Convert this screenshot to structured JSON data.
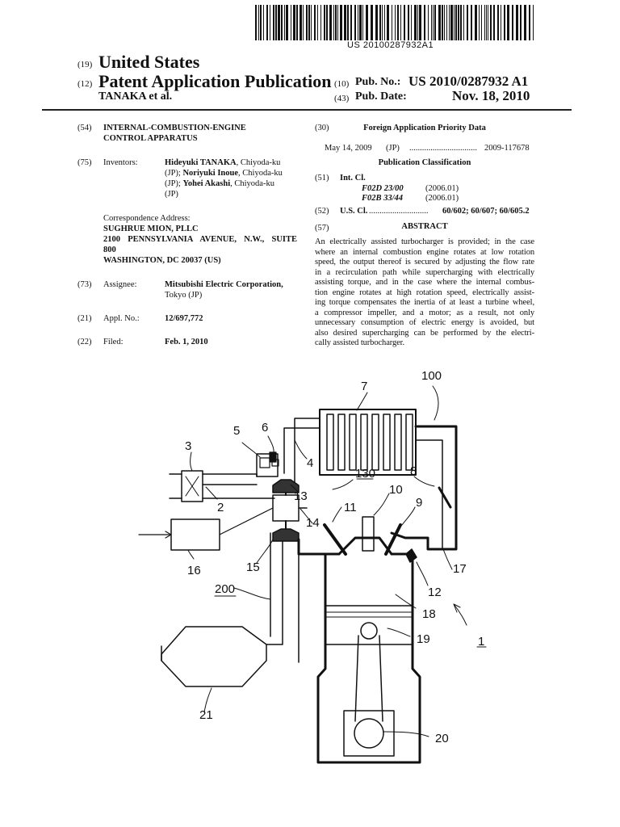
{
  "header": {
    "barcode_text": "US 20100287932A1",
    "country_code": "(19)",
    "country": "United States",
    "kind_code": "(12)",
    "kind": "Patent Application Publication",
    "author": "TANAKA et al.",
    "pub_no_code": "(10)",
    "pub_no_label": "Pub. No.:",
    "pub_no": "US 2010/0287932 A1",
    "pub_date_code": "(43)",
    "pub_date_label": "Pub. Date:",
    "pub_date": "Nov. 18, 2010"
  },
  "left": {
    "title_code": "(54)",
    "title_line1": "INTERNAL-COMBUSTION-ENGINE",
    "title_line2": "CONTROL APPARATUS",
    "inventors_code": "(75)",
    "inventors_label": "Inventors:",
    "inventors_lines": [
      [
        "Hideyuki TANAKA",
        ", Chiyoda-ku"
      ],
      [
        "(JP); ",
        "Noriyuki Inoue",
        ", Chiyoda-ku"
      ],
      [
        "(JP); ",
        "Yohei Akashi",
        ", Chiyoda-ku"
      ],
      [
        "(JP)"
      ]
    ],
    "corr_label": "Correspondence Address:",
    "corr_line1": "SUGHRUE MION, PLLC",
    "corr_line2": "2100 PENNSYLVANIA AVENUE, N.W., SUITE",
    "corr_line3": "800",
    "corr_line4": "WASHINGTON, DC 20037 (US)",
    "assignee_code": "(73)",
    "assignee_label": "Assignee:",
    "assignee_name": "Mitsubishi Electric Corporation,",
    "assignee_loc": "Tokyo (JP)",
    "appl_code": "(21)",
    "appl_label": "Appl. No.:",
    "appl_no": "12/697,772",
    "filed_code": "(22)",
    "filed_label": "Filed:",
    "filed_date": "Feb. 1, 2010"
  },
  "right": {
    "priority_code": "(30)",
    "priority_title": "Foreign Application Priority Data",
    "priority_date": "May 14, 2009",
    "priority_country": "(JP)",
    "priority_dots": "................................",
    "priority_no": "2009-117678",
    "pubclass_title": "Publication Classification",
    "intcl_code": "(51)",
    "intcl_label": "Int. Cl.",
    "intcl_1": "F02D 23/00",
    "intcl_1_date": "(2006.01)",
    "intcl_2": "F02B 33/44",
    "intcl_2_date": "(2006.01)",
    "uscl_code": "(52)",
    "uscl_label": "U.S. Cl.",
    "uscl_dots": "............................",
    "uscl_value": "60/602; 60/607; 60/605.2",
    "abstract_code": "(57)",
    "abstract_title": "ABSTRACT",
    "abstract_lines": [
      "An electrically assisted turbocharger is provided; in the case",
      "where an internal combustion engine rotates at low rotation",
      "speed, the output thereof is secured by adjusting the flow rate",
      "in a recirculation path while supercharging with electrically",
      "assisting torque, and in the case where the internal combus-",
      "tion engine rotates at high rotation speed, electrically assist-",
      "ing torque compensates the inertia of at least a turbine wheel,",
      "a compressor impeller, and a motor; as a result, not only",
      "unnecessary consumption of electric energy is avoided, but",
      "also desired supercharging can be performed by the electri-",
      "cally assisted turbocharger."
    ]
  },
  "figure": {
    "labels": {
      "l100": "100",
      "l7": "7",
      "l5": "5",
      "l6": "6",
      "l3": "3",
      "l4": "4",
      "l130": "130",
      "l8": "8",
      "l10": "10",
      "l13": "13",
      "l2": "2",
      "l11": "11",
      "l9": "9",
      "l14": "14",
      "l16": "16",
      "l15": "15",
      "l17": "17",
      "l12": "12",
      "l200": "200",
      "l18": "18",
      "l1": "1",
      "l19": "19",
      "l21": "21",
      "l20": "20"
    }
  }
}
